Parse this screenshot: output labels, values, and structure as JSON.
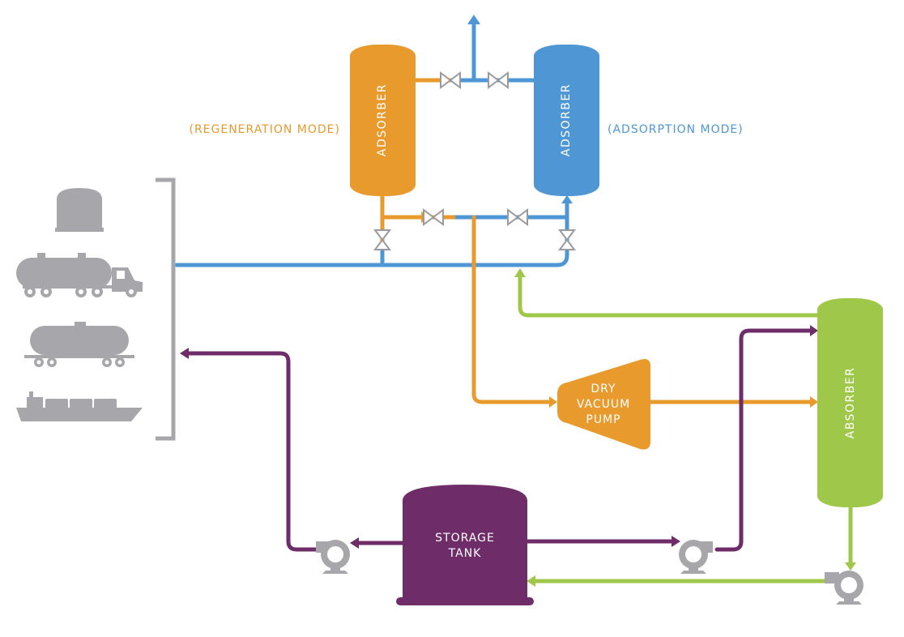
{
  "labels": {
    "adsorber_left": "ADSORBER",
    "adsorber_right": "ADSORBER",
    "regeneration_mode": "(REGENERATION MODE)",
    "adsorption_mode": "(ADSORPTION MODE)",
    "absorber": "ABSORBER",
    "pump_line1": "DRY",
    "pump_line2": "VACUUM",
    "pump_line3": "PUMP",
    "tank_line1": "STORAGE",
    "tank_line2": "TANK"
  },
  "icons": {
    "sources": [
      "storage-tank-icon",
      "tanker-truck-icon",
      "rail-tank-car-icon",
      "tanker-ship-icon"
    ],
    "pumps": [
      "pump-icon",
      "pump-icon",
      "pump-icon"
    ],
    "valves": [
      "valve-icon",
      "valve-icon",
      "valve-icon",
      "valve-icon",
      "valve-icon",
      "valve-icon"
    ]
  },
  "colors": {
    "orange": "#e89a2c",
    "blue": "#4f97d4",
    "green": "#9fc74a",
    "purple": "#6e2d68",
    "gray": "#a7a7ab"
  }
}
